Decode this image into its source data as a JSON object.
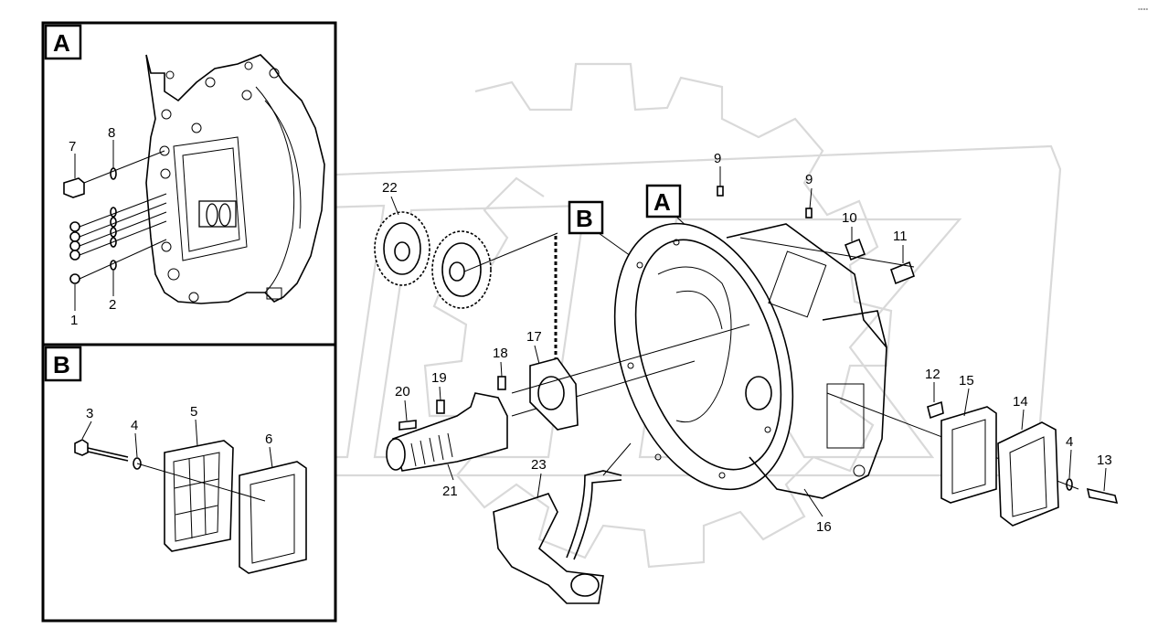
{
  "insets": [
    {
      "letter": "A",
      "labels": [
        "7",
        "8",
        "2",
        "1"
      ]
    },
    {
      "letter": "B",
      "labels": [
        "3",
        "4",
        "5",
        "6"
      ]
    }
  ],
  "callouts": {
    "A": "A",
    "B": "B"
  },
  "labels": [
    "9",
    "9",
    "10",
    "11",
    "22",
    "17",
    "18",
    "19",
    "20",
    "21",
    "23",
    "12",
    "15",
    "14",
    "4",
    "13",
    "16"
  ],
  "corner_mark": "°°°°"
}
